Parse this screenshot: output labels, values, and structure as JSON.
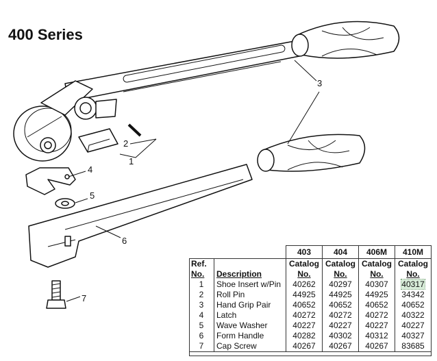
{
  "title": "400 Series",
  "callouts": [
    "1",
    "2",
    "3",
    "4",
    "5",
    "6",
    "7"
  ],
  "table": {
    "models": [
      "403",
      "404",
      "406M",
      "410M"
    ],
    "ref_label_top": "Ref.",
    "ref_label_bottom": "No.",
    "desc_label": "Description",
    "catalog_top": "Catalog",
    "catalog_bottom": "No.",
    "rows": [
      {
        "ref": "1",
        "desc": "Shoe Insert w/Pin",
        "vals": [
          "40262",
          "40297",
          "40307",
          "40317"
        ]
      },
      {
        "ref": "2",
        "desc": "Roll Pin",
        "vals": [
          "44925",
          "44925",
          "44925",
          "34342"
        ]
      },
      {
        "ref": "3",
        "desc": "Hand Grip Pair",
        "vals": [
          "40652",
          "40652",
          "40652",
          "40652"
        ]
      },
      {
        "ref": "4",
        "desc": "Latch",
        "vals": [
          "40272",
          "40272",
          "40272",
          "40322"
        ]
      },
      {
        "ref": "5",
        "desc": "Wave Washer",
        "vals": [
          "40227",
          "40227",
          "40227",
          "40227"
        ]
      },
      {
        "ref": "6",
        "desc": "Form Handle",
        "vals": [
          "40282",
          "40302",
          "40312",
          "40327"
        ]
      },
      {
        "ref": "7",
        "desc": "Cap Screw",
        "vals": [
          "40267",
          "40267",
          "40267",
          "83685"
        ]
      }
    ]
  }
}
